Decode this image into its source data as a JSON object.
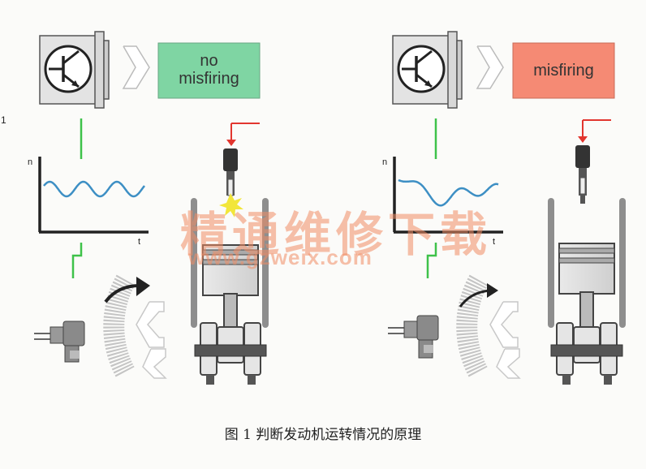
{
  "figure": {
    "caption": "图 1   判断发动机运转情况的原理",
    "fig_marker": "1"
  },
  "left": {
    "status": "no\nmisfiring",
    "status_color": "#7fd5a3",
    "chart_y_label": "n",
    "chart_x_label": "t"
  },
  "right": {
    "status": "misfiring",
    "status_color": "#f58a74",
    "chart_y_label": "n",
    "chart_x_label": "t"
  },
  "watermark": {
    "text": "精通维修下载",
    "url": "www.gzweix.com"
  },
  "colors": {
    "signal": "#3ec24a",
    "trigger": "#e2362f",
    "wave": "#3d8fc4",
    "spark": "#f2e63a"
  }
}
